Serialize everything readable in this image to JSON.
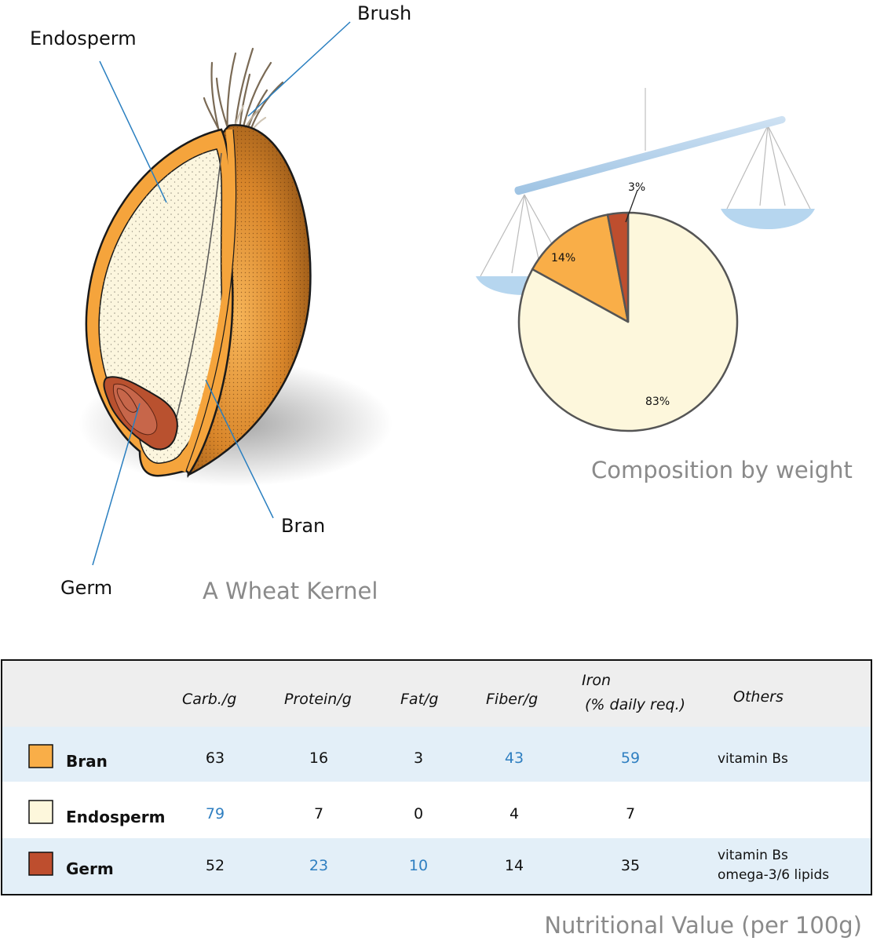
{
  "kernel": {
    "caption": "A Wheat Kernel",
    "labels": {
      "endosperm": "Endosperm",
      "brush": "Brush",
      "bran": "Bran",
      "germ": "Germ"
    }
  },
  "composition": {
    "caption": "Composition by weight",
    "slices": [
      {
        "name": "Endosperm",
        "percent": 83,
        "label": "83%",
        "color": "#fdf7dc"
      },
      {
        "name": "Bran",
        "percent": 14,
        "label": "14%",
        "color": "#f9ae48"
      },
      {
        "name": "Germ",
        "percent": 3,
        "label": "3%",
        "color": "#be4e2e"
      }
    ]
  },
  "nutrition": {
    "caption": "Nutritional Value (per 100g)",
    "headers": {
      "carb": "Carb./g",
      "protein": "Protein/g",
      "fat": "Fat/g",
      "fiber": "Fiber/g",
      "iron_line1": "Iron",
      "iron_line2": "(% daily req.)",
      "others": "Others"
    },
    "rows": [
      {
        "name": "Bran",
        "swatch": "#f9ae48",
        "carb": "63",
        "protein": "16",
        "fat": "3",
        "fiber": "43",
        "iron": "59",
        "others_line1": "vitamin Bs",
        "others_line2": ""
      },
      {
        "name": "Endosperm",
        "swatch": "#fdf7dc",
        "carb": "79",
        "protein": "7",
        "fat": "0",
        "fiber": "4",
        "iron": "7",
        "others_line1": "",
        "others_line2": ""
      },
      {
        "name": "Germ",
        "swatch": "#be4e2e",
        "carb": "52",
        "protein": "23",
        "fat": "10",
        "fiber": "14",
        "iron": "35",
        "others_line1": "vitamin Bs",
        "others_line2": "omega-3/6 lipids"
      }
    ],
    "highlight_color": "#2f7fc1"
  }
}
